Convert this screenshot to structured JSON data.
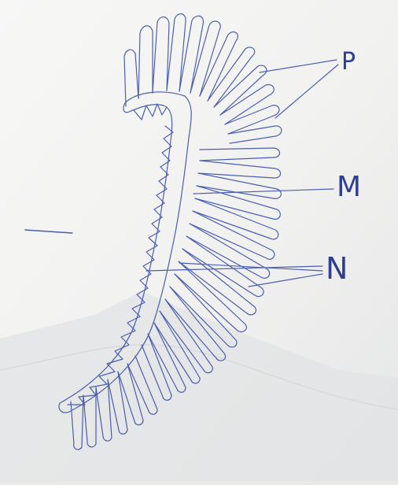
{
  "labels": {
    "p": "P",
    "m": "M",
    "n": "N"
  },
  "colors": {
    "ink": "#3a4fa8",
    "paper": "#f4f4f2",
    "shadow": "#d9dcdd"
  }
}
